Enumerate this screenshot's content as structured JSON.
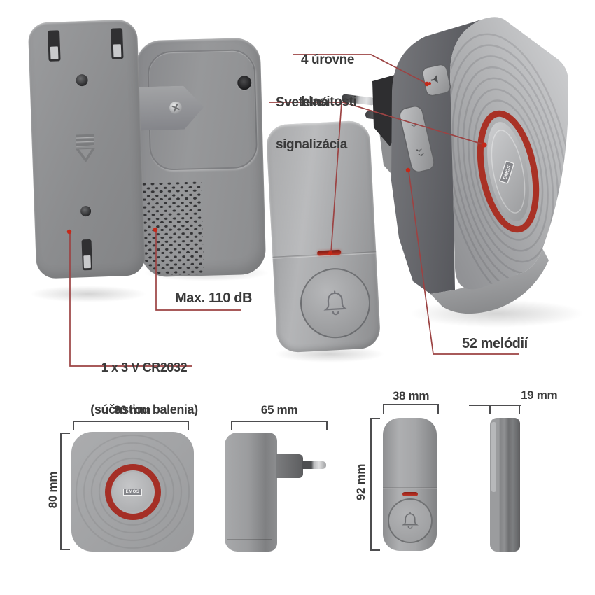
{
  "background": "#ffffff",
  "brand": {
    "logo": "EMOS"
  },
  "callouts": {
    "volume_levels": {
      "line1": "4 úrovne",
      "line2": "hlasitosti"
    },
    "light_signal": {
      "line1": "Svetelná",
      "line2": "signalizácia"
    },
    "max_volume": {
      "text": "Max. 110 dB"
    },
    "battery": {
      "line1": "1 x 3 V CR2032",
      "line2": "(súčasťou balenia)"
    },
    "melodies": {
      "text": "52 melódií"
    }
  },
  "dimensions": {
    "chime_front": {
      "width": "80 mm",
      "height": "80 mm"
    },
    "chime_side": {
      "depth": "65 mm"
    },
    "button_front": {
      "width": "38 mm",
      "height": "92 mm"
    },
    "button_side": {
      "depth": "19 mm"
    }
  },
  "colors": {
    "annotation_text": "#3a3a3a",
    "callout_line": "#9c4343",
    "callout_dot": "#c62818",
    "accent_red": "#a52f26",
    "dimension_line": "#4d4d4f",
    "device_gray": "#97989a"
  }
}
